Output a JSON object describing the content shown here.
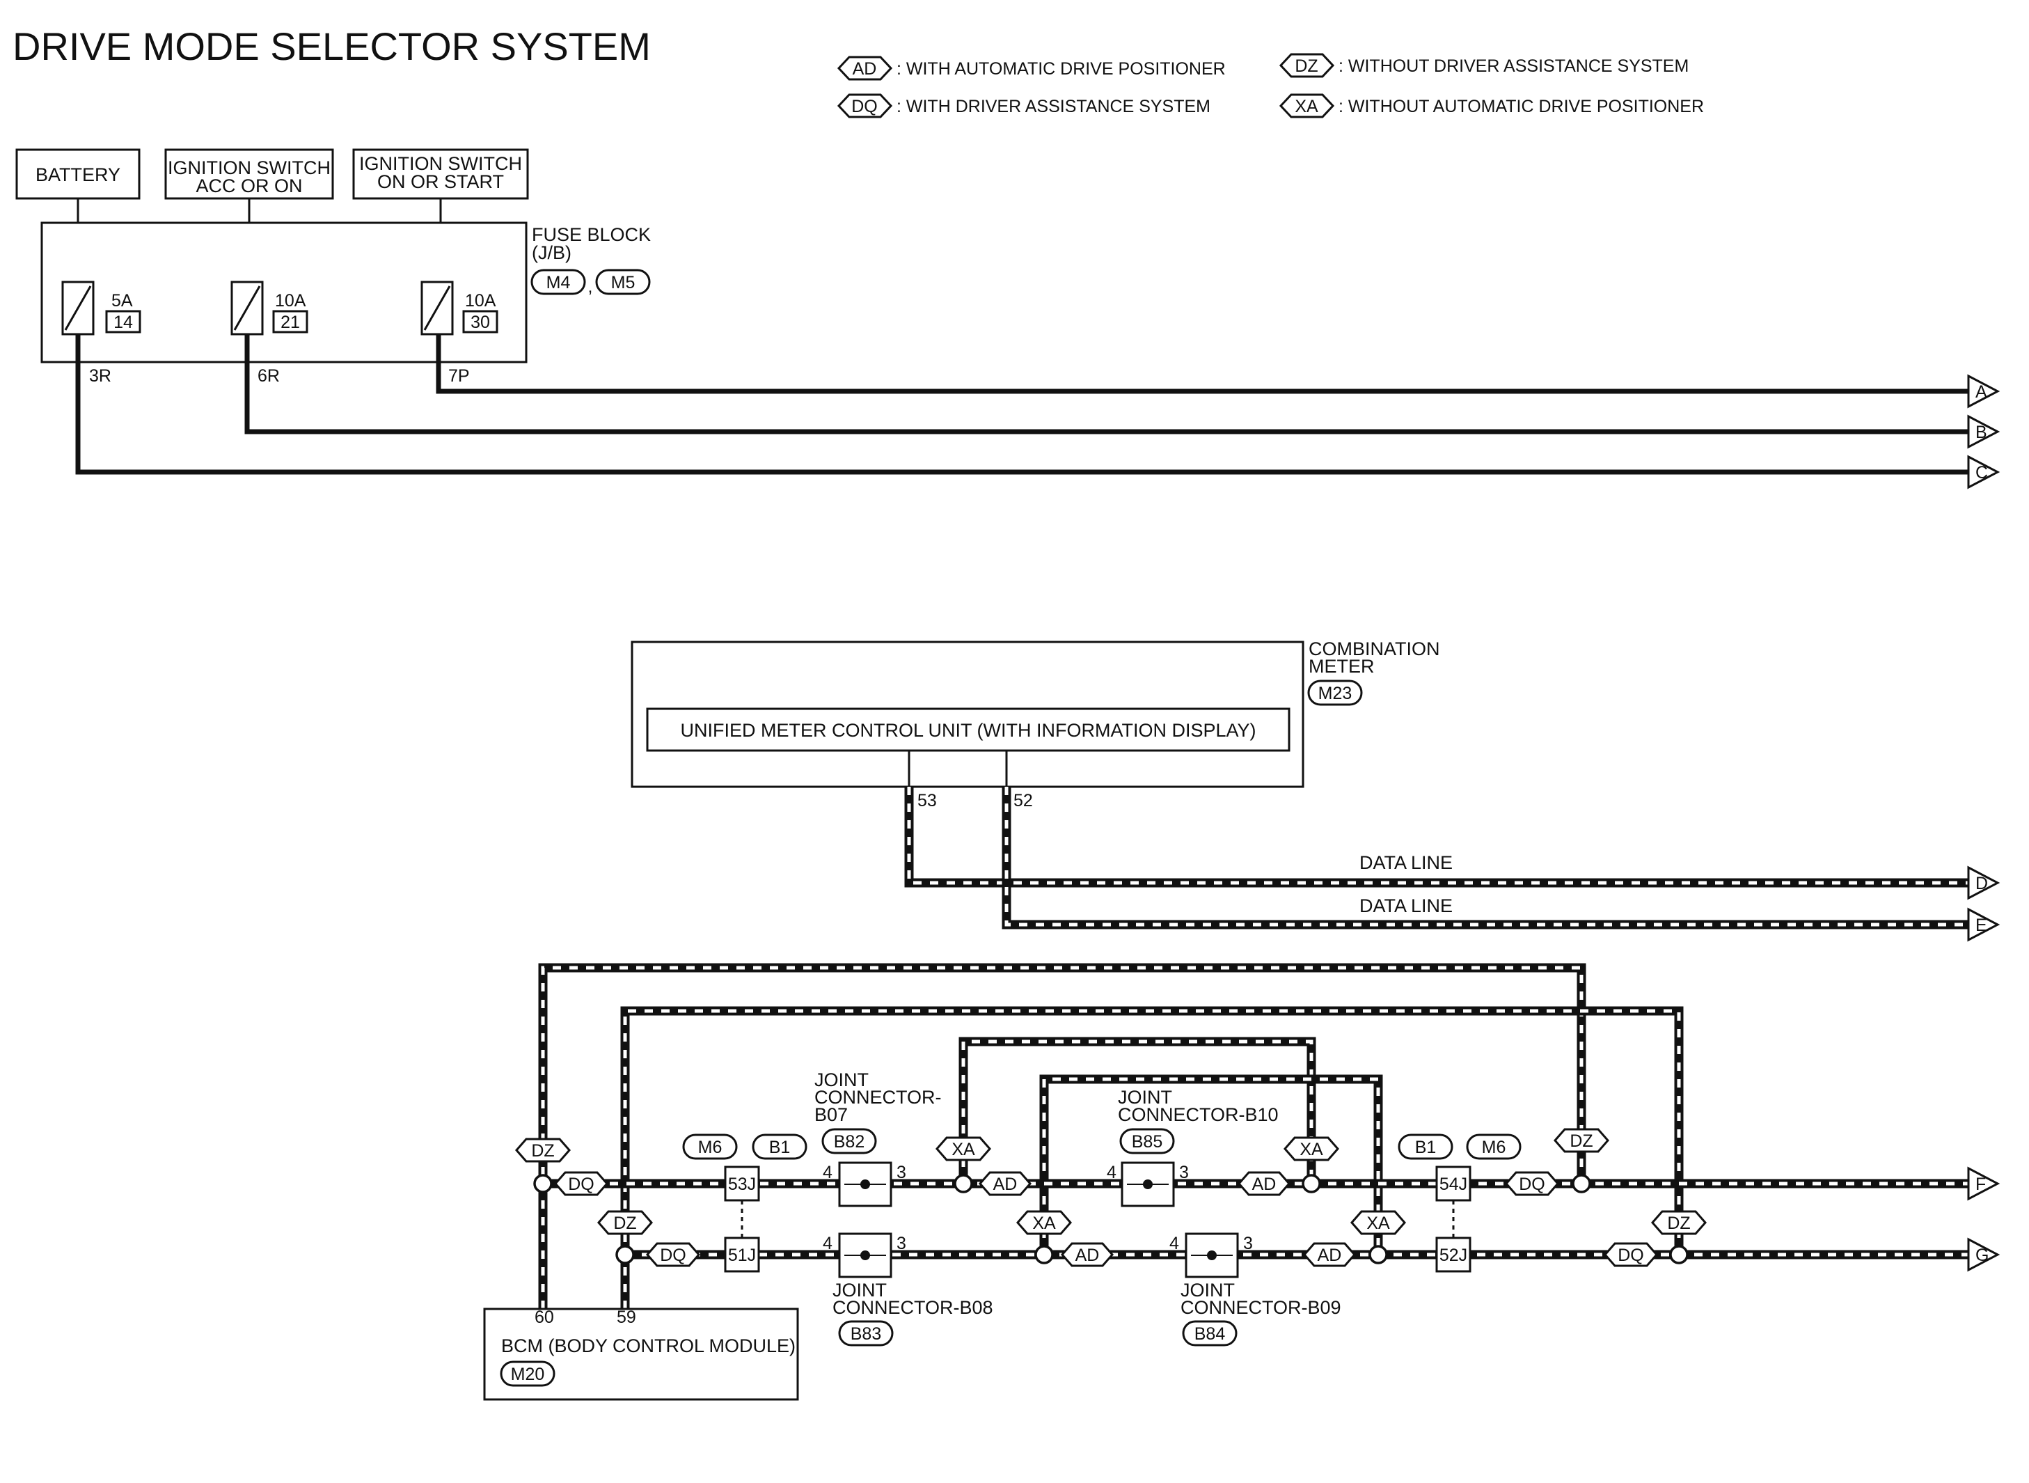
{
  "title": "DRIVE MODE SELECTOR SYSTEM",
  "legend": [
    {
      "code": "AD",
      "text": ": WITH AUTOMATIC DRIVE POSITIONER"
    },
    {
      "code": "DQ",
      "text": ": WITH DRIVER ASSISTANCE SYSTEM"
    },
    {
      "code": "DZ",
      "text": ": WITHOUT DRIVER ASSISTANCE SYSTEM"
    },
    {
      "code": "XA",
      "text": ": WITHOUT AUTOMATIC DRIVE POSITIONER"
    }
  ],
  "power": {
    "battery": "BATTERY",
    "ign_acc_1": "IGNITION SWITCH",
    "ign_acc_2": "ACC OR ON",
    "ign_on_1": "IGNITION SWITCH",
    "ign_on_2": "ON OR START"
  },
  "fuse_block": {
    "label_1": "FUSE BLOCK",
    "label_2": "(J/B)",
    "conn_1": "M4",
    "sep": ",",
    "conn_2": "M5",
    "fuses": [
      {
        "amps": "5A",
        "num": "14",
        "terminal": "3R"
      },
      {
        "amps": "10A",
        "num": "21",
        "terminal": "6R"
      },
      {
        "amps": "10A",
        "num": "30",
        "terminal": "7P"
      }
    ]
  },
  "offpage": [
    "A",
    "B",
    "C",
    "D",
    "E",
    "F",
    "G"
  ],
  "combination_meter": {
    "label_1": "COMBINATION",
    "label_2": "METER",
    "conn": "M23",
    "unit": "UNIFIED METER CONTROL UNIT (WITH INFORMATION DISPLAY)",
    "pin_a": "53",
    "pin_b": "52",
    "data_line_1": "DATA LINE",
    "data_line_2": "DATA LINE"
  },
  "bcm": {
    "label": "BCM (BODY CONTROL MODULE)",
    "conn": "M20",
    "pin_a": "60",
    "pin_b": "59"
  },
  "joints": {
    "b07": {
      "l1": "JOINT",
      "l2": "CONNECTOR-",
      "l3": "B07",
      "conn": "B82",
      "pin_l": "4",
      "pin_r": "3"
    },
    "b10": {
      "l1": "JOINT",
      "l2": "CONNECTOR-B10",
      "conn": "B85",
      "pin_l": "4",
      "pin_r": "3"
    },
    "b08": {
      "l1": "JOINT",
      "l2": "CONNECTOR-B08",
      "conn": "B83",
      "pin_l": "4",
      "pin_r": "3"
    },
    "b09": {
      "l1": "JOINT",
      "l2": "CONNECTOR-B09",
      "conn": "B84",
      "pin_l": "4",
      "pin_r": "3"
    }
  },
  "harness": {
    "left_m": "M6",
    "left_b": "B1",
    "right_b": "B1",
    "right_m": "M6",
    "j53": "53J",
    "j51": "51J",
    "j54": "54J",
    "j52": "52J"
  },
  "codes": {
    "ad": "AD",
    "dq": "DQ",
    "dz": "DZ",
    "xa": "XA"
  }
}
